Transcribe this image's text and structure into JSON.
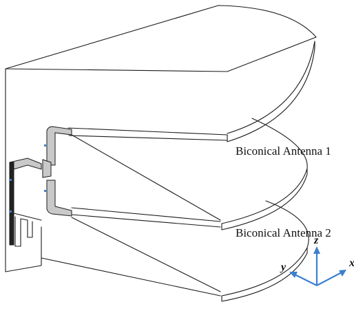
{
  "annotations": {
    "antenna_1": "Biconical Antenna 1",
    "antenna_2": "Biconical Antenna 2"
  },
  "axes": {
    "z": "z",
    "y": "y",
    "x": "x"
  },
  "colors": {
    "line": "#1a1a1a",
    "highlight_blue": "#3b7fd0",
    "metal_gray": "#c9c9c9",
    "background": "#ffffff"
  }
}
